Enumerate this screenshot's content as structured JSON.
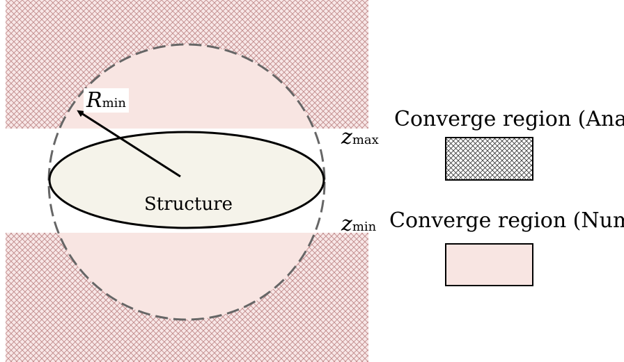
{
  "diagram": {
    "structure_label": "Structure",
    "r_min": {
      "symbol": "R",
      "subscript": "min"
    },
    "z_max": {
      "symbol": "z",
      "subscript": "max"
    },
    "z_min": {
      "symbol": "z",
      "subscript": "min"
    }
  },
  "legend": {
    "items": [
      {
        "label": "Converge region (Ana)",
        "style": "crosshatch"
      },
      {
        "label": "Converge region (Num)",
        "style": "solid-pink"
      }
    ]
  },
  "colors": {
    "hatch_line": "#c08a8a",
    "hatch_bg": "#f8e7e7",
    "num_fill": "#f8e5e2",
    "structure_fill": "#f5f3ea",
    "dashed_circle": "#666666",
    "legend_hatch_line": "#333333"
  }
}
